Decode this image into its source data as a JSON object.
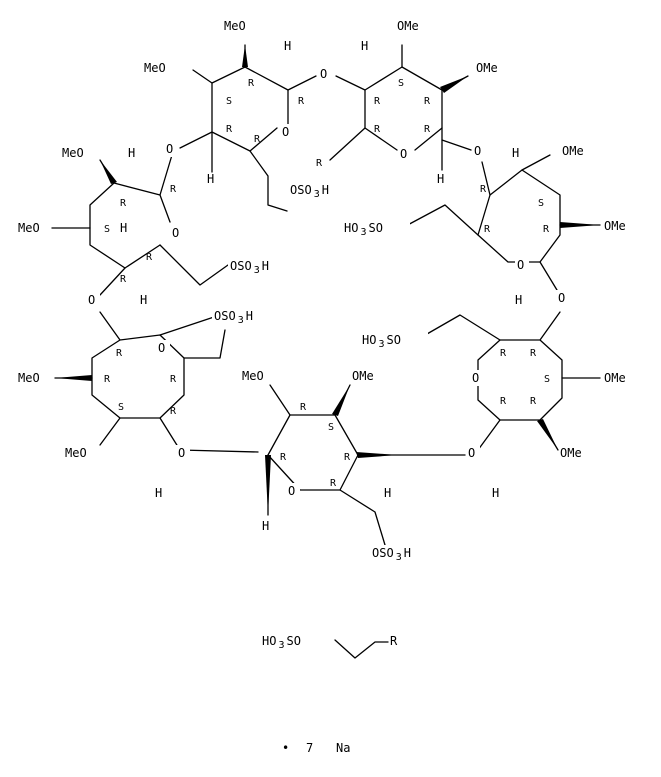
{
  "molecule": {
    "salt_count": "7",
    "salt_element": "Na",
    "salt_dot": "•",
    "substituent_text": "HO3SO",
    "substituent_r": "R"
  },
  "labels": {
    "MeO": "MeO",
    "OMe": "OMe",
    "O": "O",
    "H": "H",
    "R": "R",
    "S": "S",
    "OSO3H": "OSO3H",
    "HO3SO": "HO3SO"
  },
  "colors": {
    "ink": "#000000",
    "background": "#ffffff"
  }
}
